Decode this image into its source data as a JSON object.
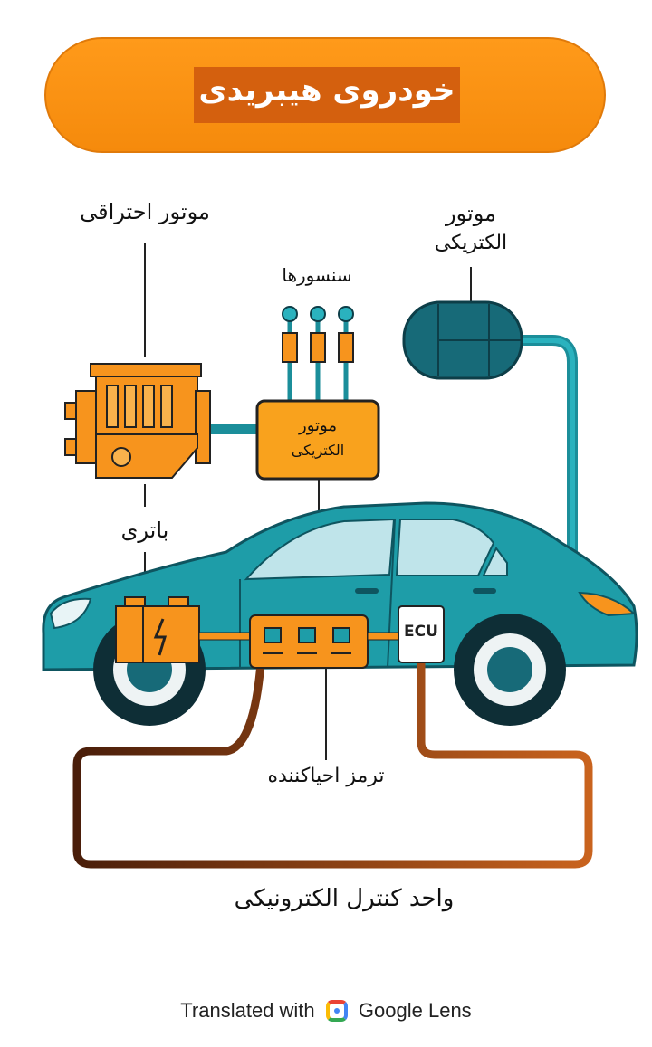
{
  "title": "خودروی هیبریدی",
  "labels": {
    "combustion_engine": "موتور احتراقی",
    "electric_motor_top_line1": "موتور",
    "electric_motor_top_line2": "الکتریکی",
    "sensors": "سنسورها",
    "motor_box_line1": "موتور",
    "motor_box_line2": "الکتریکی",
    "battery": "باتری",
    "ecu": "ECU",
    "regen_brake": "ترمز احیاکننده",
    "ecu_full": "واحد کنترل الکترونیکی"
  },
  "footer": {
    "prefix": "Translated with",
    "brand": "Google Lens"
  },
  "colors": {
    "orange": "#F7941D",
    "teal": "#1E9DA8",
    "dark_teal": "#176A78",
    "brown": "#5A2A12"
  }
}
